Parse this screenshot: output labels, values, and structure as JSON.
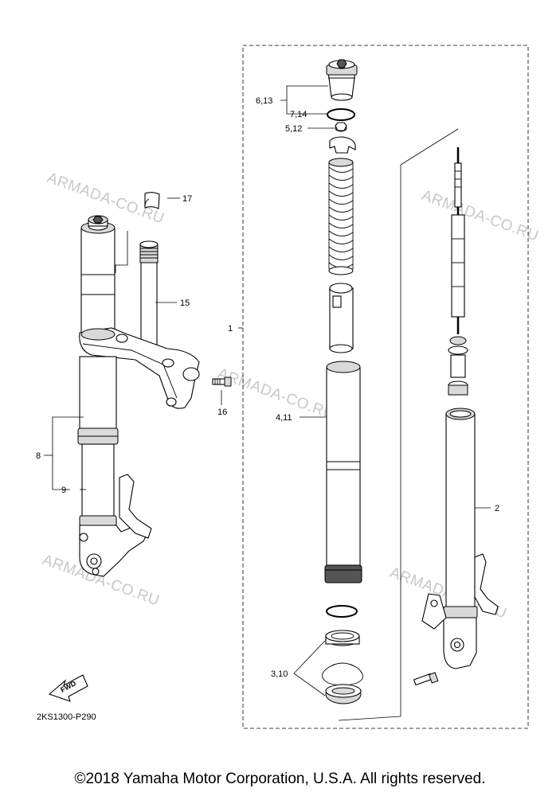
{
  "watermark_text": "ARMADA-CO.RU",
  "part_labels": {
    "l1": "1",
    "l2": "2",
    "l3_10": "3,10",
    "l4_11": "4,11",
    "l5_12": "5,12",
    "l6_13": "6,13",
    "l7_14": "7,14",
    "l8": "8",
    "l9": "9",
    "l15": "15",
    "l16": "16",
    "l17": "17"
  },
  "fwd_label": "FWD",
  "diagram_code": "2KS1300-P290",
  "copyright": "©2018 Yamaha Motor Corporation, U.S.A. All rights reserved."
}
